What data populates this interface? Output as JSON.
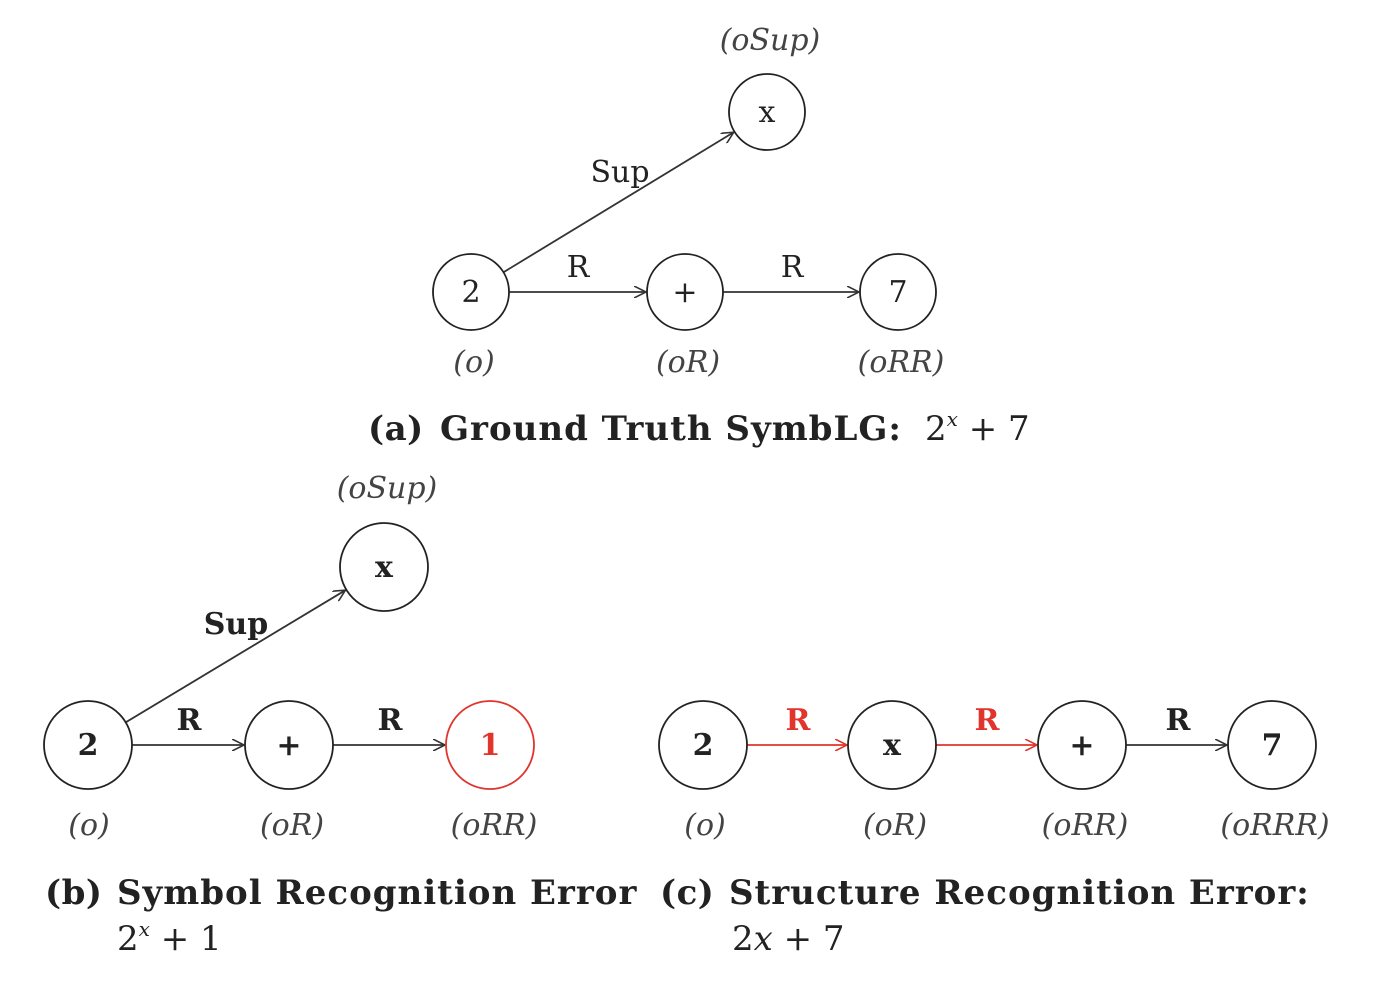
{
  "colors": {
    "stroke": "#222222",
    "error": "#e0342c",
    "text": "#222222"
  },
  "panels": [
    {
      "id": "a",
      "caption": {
        "prefix": "(a)",
        "title": "Ground Truth SymbLG:",
        "expr": [
          {
            "t": "2"
          },
          {
            "t": "x",
            "sup": true
          },
          {
            "t": " + 7"
          }
        ]
      },
      "bold": false,
      "nodes": [
        {
          "id": "2",
          "label": "2",
          "path": "(o)",
          "error": false
        },
        {
          "id": "x",
          "label": "x",
          "path": "(oSup)",
          "error": false
        },
        {
          "id": "plus",
          "label": "+",
          "path": "(oR)",
          "error": false
        },
        {
          "id": "7",
          "label": "7",
          "path": "(oRR)",
          "error": false
        }
      ],
      "edges": [
        {
          "from": "2",
          "to": "x",
          "label": "Sup",
          "error": false
        },
        {
          "from": "2",
          "to": "plus",
          "label": "R",
          "error": false
        },
        {
          "from": "plus",
          "to": "7",
          "label": "R",
          "error": false
        }
      ]
    },
    {
      "id": "b",
      "caption": {
        "prefix": "(b)",
        "title": "Symbol Recognition Error",
        "expr": [
          {
            "t": "2"
          },
          {
            "t": "x",
            "sup": true
          },
          {
            "t": " + 1"
          }
        ]
      },
      "bold": true,
      "nodes": [
        {
          "id": "2",
          "label": "2",
          "path": "(o)",
          "error": false
        },
        {
          "id": "x",
          "label": "x",
          "path": "(oSup)",
          "error": false
        },
        {
          "id": "plus",
          "label": "+",
          "path": "(oR)",
          "error": false
        },
        {
          "id": "1",
          "label": "1",
          "path": "(oRR)",
          "error": true
        }
      ],
      "edges": [
        {
          "from": "2",
          "to": "x",
          "label": "Sup",
          "error": false
        },
        {
          "from": "2",
          "to": "plus",
          "label": "R",
          "error": false
        },
        {
          "from": "plus",
          "to": "1",
          "label": "R",
          "error": false
        }
      ]
    },
    {
      "id": "c",
      "caption": {
        "prefix": "(c)",
        "title": "Structure Recognition Error:",
        "expr": [
          {
            "t": "2"
          },
          {
            "t": "x",
            "italic": true
          },
          {
            "t": " + 7"
          }
        ]
      },
      "bold": true,
      "nodes": [
        {
          "id": "2",
          "label": "2",
          "path": "(o)",
          "error": false
        },
        {
          "id": "x",
          "label": "x",
          "path": "(oR)",
          "error": false
        },
        {
          "id": "plus",
          "label": "+",
          "path": "(oRR)",
          "error": false
        },
        {
          "id": "7",
          "label": "7",
          "path": "(oRRR)",
          "error": false
        }
      ],
      "edges": [
        {
          "from": "2",
          "to": "x",
          "label": "R",
          "error": true
        },
        {
          "from": "x",
          "to": "plus",
          "label": "R",
          "error": true
        },
        {
          "from": "plus",
          "to": "7",
          "label": "R",
          "error": false
        }
      ]
    }
  ]
}
